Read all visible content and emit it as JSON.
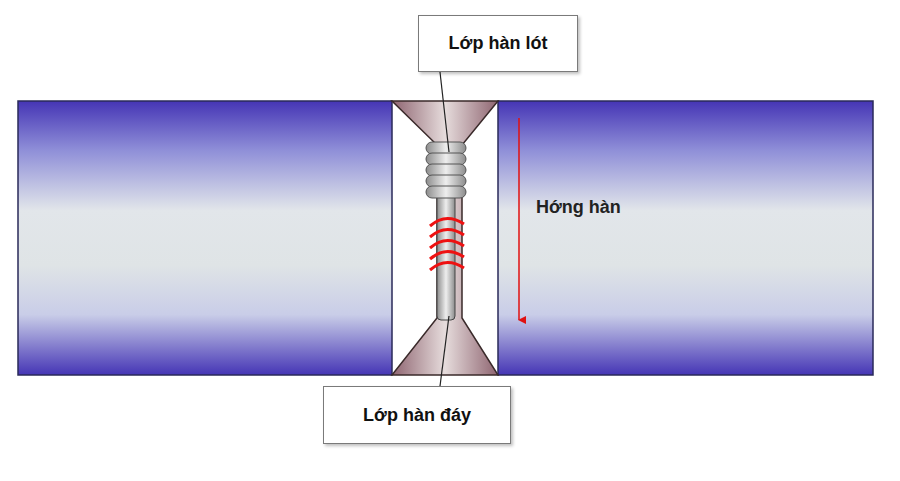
{
  "diagram": {
    "nodes": [
      {
        "text": [
          "Lớp hàn lót"
        ]
      },
      {
        "text": [
          "Lớp hàn đáy"
        ]
      }
    ],
    "labels": [
      "Hớng hàn"
    ]
  }
}
